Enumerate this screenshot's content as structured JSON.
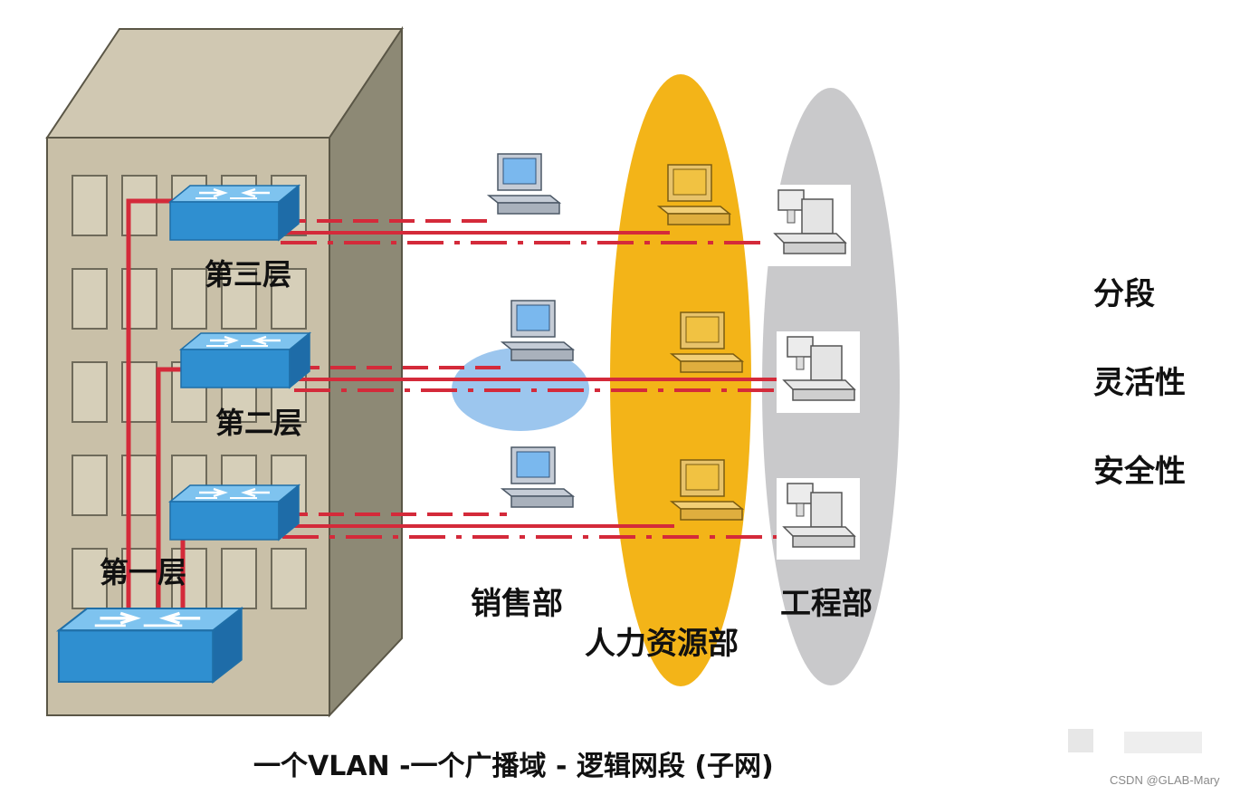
{
  "building": {
    "floors": [
      {
        "label": "第三层"
      },
      {
        "label": "第二层"
      },
      {
        "label": "第一层"
      }
    ]
  },
  "departments": {
    "sales": "销售部",
    "hr": "人力资源部",
    "engineering": "工程部"
  },
  "properties": [
    "分段",
    "灵活性",
    "安全性"
  ],
  "caption": "一个VLAN -一个广播域 - 逻辑网段 (子网)",
  "watermark": "CSDN @GLAB-Mary",
  "colors": {
    "link": "#d42a3a",
    "switch": "#2f8fd0",
    "hr_group": "#f3b418",
    "eng_group": "#c9c9cb",
    "sales_group": "#9cc6ee",
    "building_face": "#c9c0a8",
    "building_side": "#8d8975"
  }
}
